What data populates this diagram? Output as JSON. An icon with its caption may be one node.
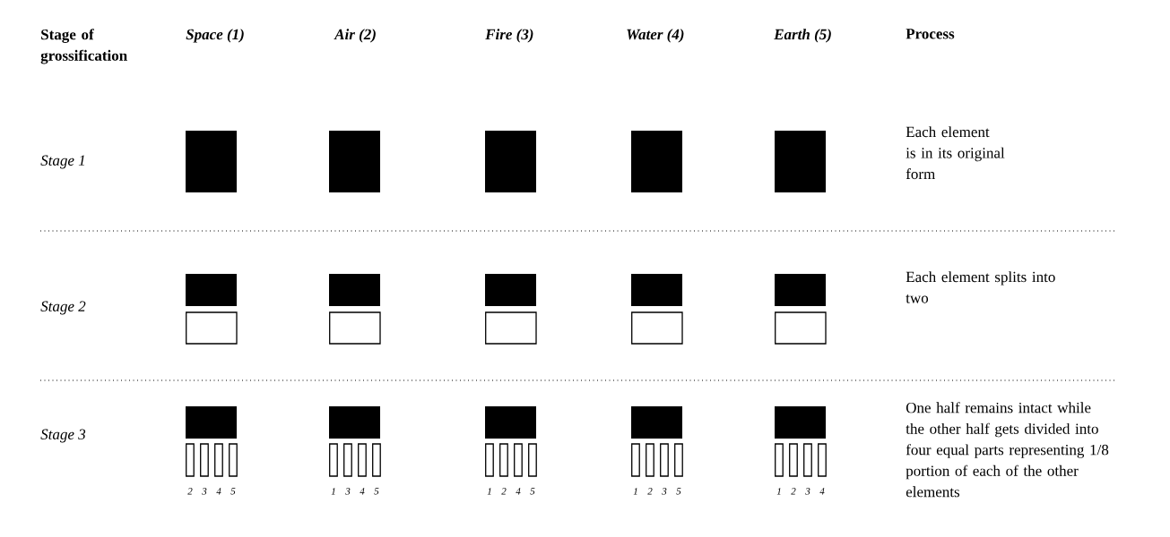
{
  "diagram": {
    "labels": [
      "Stage of grossification",
      "Space (1)",
      "Air (2)",
      "Fire (3)",
      "Water (4)",
      "Earth (5)",
      "Process",
      "Stage 1",
      "Each element is in its original form",
      "Stage 2",
      "Each element splits into two",
      "Stage 3",
      "One half remains intact while the other half gets divided into four equal parts representing 1/8 portion of each of the other elements",
      "2",
      "3",
      "4",
      "5",
      "1",
      "3",
      "4",
      "5",
      "1",
      "2",
      "4",
      "5",
      "1",
      "2",
      "3",
      "5",
      "1",
      "2",
      "3",
      "4"
    ]
  }
}
